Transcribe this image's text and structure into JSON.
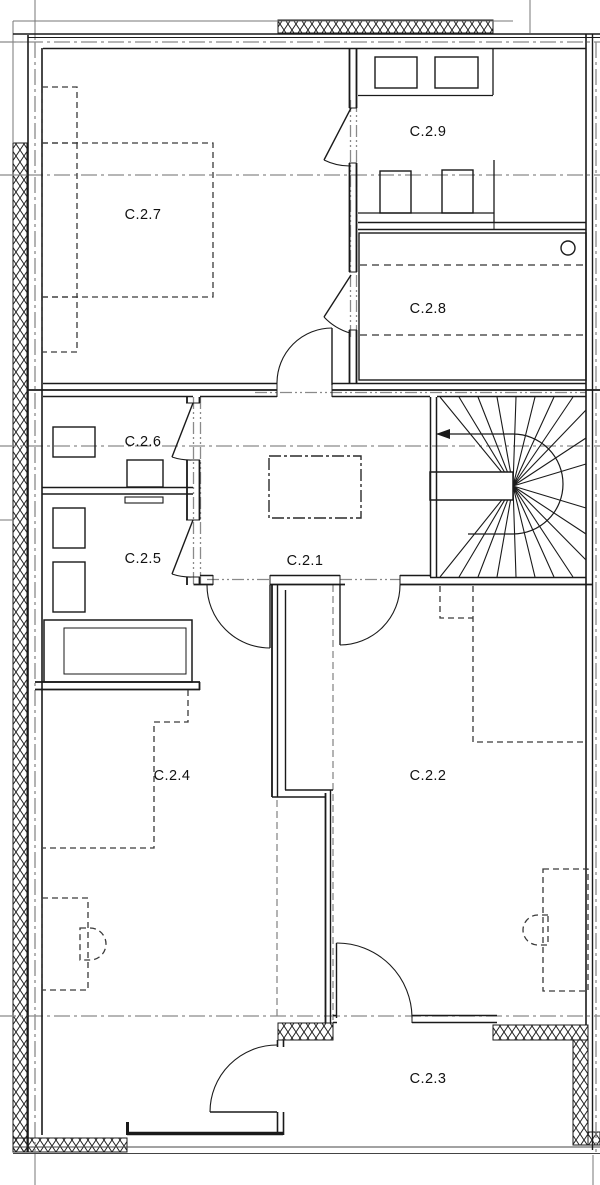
{
  "drawing": {
    "type": "architectural-floor-plan",
    "level_prefix": "C.2",
    "colors": {
      "wall_line": "#1a1a1a",
      "centerline_gray": "#8a8a8a",
      "furniture_dash": "#3a3a3a",
      "background": "#ffffff"
    }
  },
  "rooms": [
    {
      "id": "c21",
      "label": "C.2.1"
    },
    {
      "id": "c22",
      "label": "C.2.2"
    },
    {
      "id": "c23",
      "label": "C.2.3"
    },
    {
      "id": "c24",
      "label": "C.2.4"
    },
    {
      "id": "c25",
      "label": "C.2.5"
    },
    {
      "id": "c26",
      "label": "C.2.6"
    },
    {
      "id": "c27",
      "label": "C.2.7"
    },
    {
      "id": "c28",
      "label": "C.2.8"
    },
    {
      "id": "c29",
      "label": "C.2.9"
    }
  ],
  "stairs": {
    "arrow_direction": "left"
  }
}
